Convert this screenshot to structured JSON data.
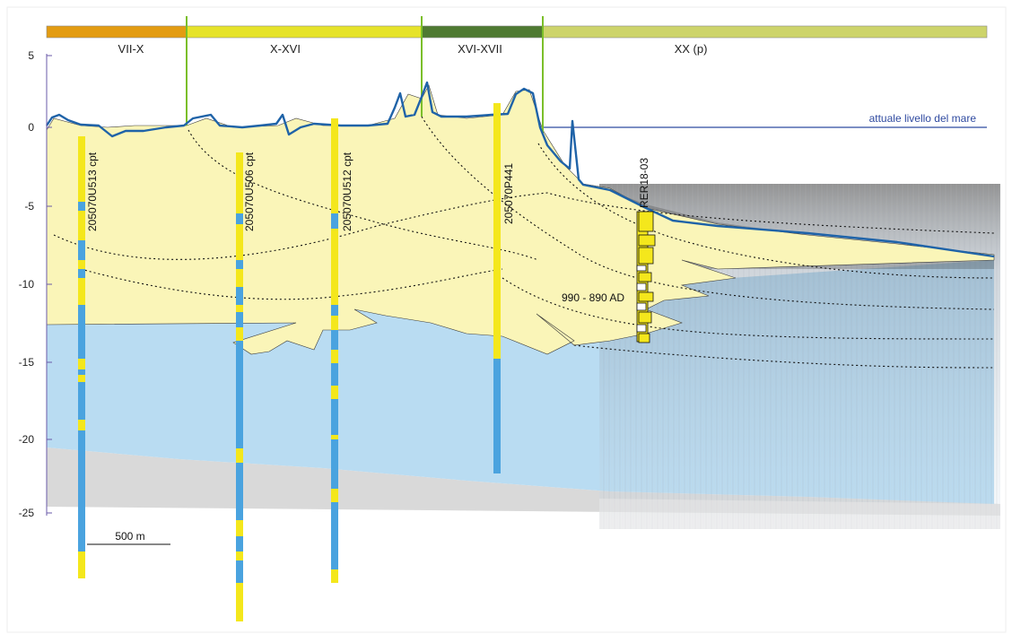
{
  "periods": [
    {
      "label": "VII-X",
      "color": "#e39c12"
    },
    {
      "label": "X-XVI",
      "color": "#e6e32a"
    },
    {
      "label": "XVI-XVII",
      "color": "#4f7a32"
    },
    {
      "label": "XX (p)",
      "color": "#cdd46b"
    }
  ],
  "sea_level_label": "attuale livello del mare",
  "y_axis": {
    "ticks": [
      "5",
      "0",
      "-5",
      "-10",
      "-15",
      "-20",
      "-25"
    ]
  },
  "boreholes": [
    {
      "label": "205070U513 cpt"
    },
    {
      "label": "205070U506 cpt"
    },
    {
      "label": "205070U512 cpt"
    },
    {
      "label": "205070P441"
    },
    {
      "label": "RER18-03"
    }
  ],
  "date_label": "990 - 890 AD",
  "scale_bar": {
    "label": "500 m"
  },
  "colors": {
    "sand": "#faf5b8",
    "clay": "#b9dcf2",
    "substrate": "#d9d9d9",
    "profile": "#1f63a8",
    "sea_line": "#2f4aa0",
    "core_yellow": "#f4e71c",
    "core_blue": "#4aa3df",
    "period_divider": "#7bbf2a"
  }
}
